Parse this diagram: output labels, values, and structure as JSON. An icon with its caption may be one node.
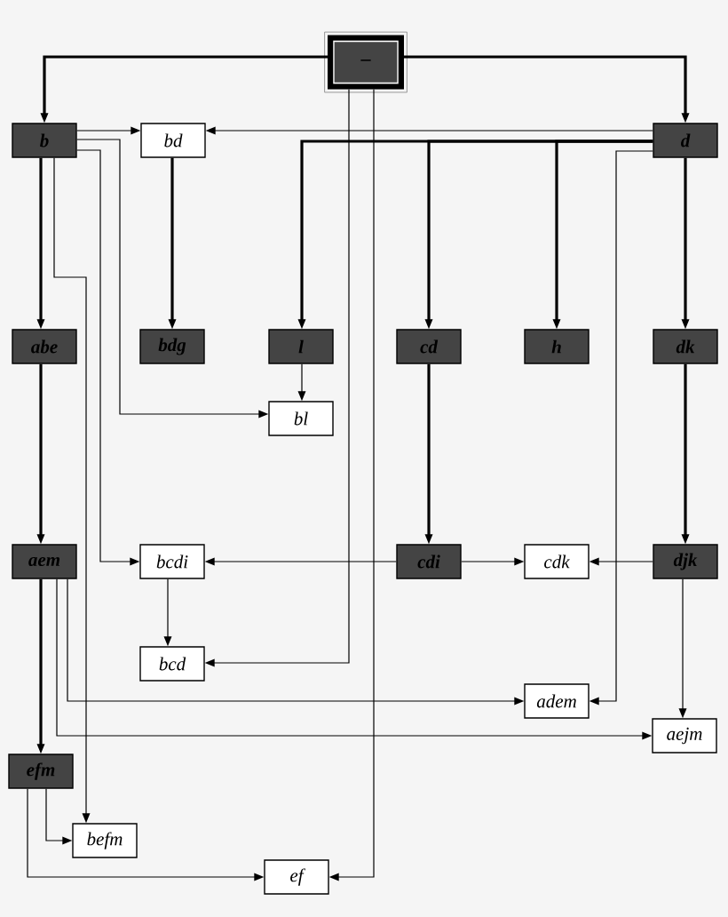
{
  "diagram": {
    "nodes": [
      {
        "text": [
          "–"
        ]
      },
      {
        "text": [
          "b"
        ]
      },
      {
        "text": [
          "bd"
        ]
      },
      {
        "text": [
          "d"
        ]
      },
      {
        "text": [
          "abe"
        ]
      },
      {
        "text": [
          "bdg"
        ]
      },
      {
        "text": [
          "l"
        ]
      },
      {
        "text": [
          "cd"
        ]
      },
      {
        "text": [
          "h"
        ]
      },
      {
        "text": [
          "dk"
        ]
      },
      {
        "text": [
          "bl"
        ]
      },
      {
        "text": [
          "aem"
        ]
      },
      {
        "text": [
          "bcdi"
        ]
      },
      {
        "text": [
          "cdi"
        ]
      },
      {
        "text": [
          "cdk"
        ]
      },
      {
        "text": [
          "djk"
        ]
      },
      {
        "text": [
          "bcd"
        ]
      },
      {
        "text": [
          "adem"
        ]
      },
      {
        "text": [
          "aejm"
        ]
      },
      {
        "text": [
          "efm"
        ]
      },
      {
        "text": [
          "befm"
        ]
      },
      {
        "text": [
          "ef"
        ]
      }
    ],
    "edges": [
      {
        "from": 0,
        "to": 1,
        "arrow": "to",
        "style": "thick"
      },
      {
        "from": 0,
        "to": 3,
        "arrow": "to",
        "style": "thick"
      },
      {
        "from": 0,
        "to": 16,
        "arrow": "to"
      },
      {
        "from": 0,
        "to": 21,
        "arrow": "to"
      },
      {
        "from": 1,
        "to": 2,
        "arrow": "to"
      },
      {
        "from": 1,
        "to": 10,
        "arrow": "to"
      },
      {
        "from": 1,
        "to": 12,
        "arrow": "to"
      },
      {
        "from": 1,
        "to": 4,
        "arrow": "to",
        "style": "thick"
      },
      {
        "from": 1,
        "to": 20,
        "arrow": "to"
      },
      {
        "from": 3,
        "to": 2,
        "arrow": "to"
      },
      {
        "from": 3,
        "to": 6,
        "arrow": "to",
        "style": "thick"
      },
      {
        "from": 3,
        "to": 7,
        "arrow": "to",
        "style": "thick"
      },
      {
        "from": 3,
        "to": 8,
        "arrow": "to",
        "style": "thick"
      },
      {
        "from": 3,
        "to": 17,
        "arrow": "to"
      },
      {
        "from": 3,
        "to": 9,
        "arrow": "to",
        "style": "thick"
      },
      {
        "from": 2,
        "to": 5,
        "arrow": "to",
        "style": "thick"
      },
      {
        "from": 6,
        "to": 10,
        "arrow": "to"
      },
      {
        "from": 4,
        "to": 11,
        "arrow": "to",
        "style": "thick"
      },
      {
        "from": 7,
        "to": 13,
        "arrow": "to",
        "style": "thick"
      },
      {
        "from": 9,
        "to": 15,
        "arrow": "to",
        "style": "thick"
      },
      {
        "from": 13,
        "to": 12,
        "arrow": "to"
      },
      {
        "from": 13,
        "to": 14,
        "arrow": "to"
      },
      {
        "from": 15,
        "to": 14,
        "arrow": "to"
      },
      {
        "from": 15,
        "to": 18,
        "arrow": "to"
      },
      {
        "from": 12,
        "to": 16,
        "arrow": "to"
      },
      {
        "from": 11,
        "to": 19,
        "arrow": "to",
        "style": "thick"
      },
      {
        "from": 11,
        "to": 17,
        "arrow": "to"
      },
      {
        "from": 11,
        "to": 18,
        "arrow": "to"
      },
      {
        "from": 19,
        "to": 20,
        "arrow": "to"
      },
      {
        "from": 19,
        "to": 21,
        "arrow": "to"
      }
    ]
  }
}
